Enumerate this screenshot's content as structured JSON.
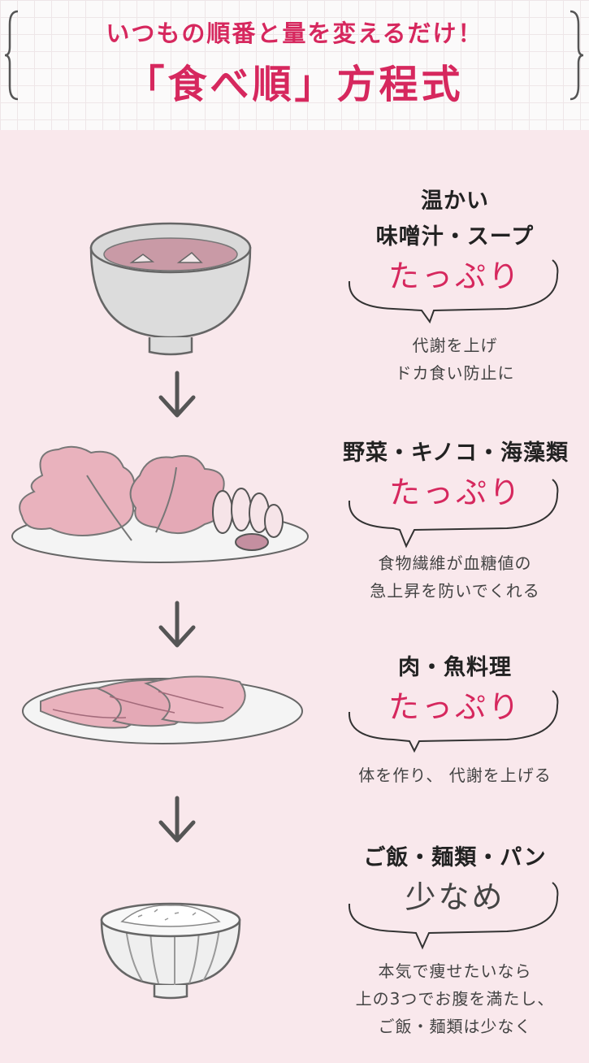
{
  "header": {
    "subtitle": "いつもの順番と量を変えるだけ！",
    "title": "「食べ順」方程式"
  },
  "steps": [
    {
      "illustration": "soup-bowl-illustration",
      "food_line1": "温かい",
      "food_line2": "味噌汁・スープ",
      "amount": "たっぷり",
      "note_line1": "代謝を上げ",
      "note_line2": "ドカ食い防止に"
    },
    {
      "illustration": "vegetable-plate-illustration",
      "food_line1": "野菜・キノコ・海藻類",
      "amount": "たっぷり",
      "note_line1": "食物繊維が血糖値の",
      "note_line2": "急上昇を防いでくれる"
    },
    {
      "illustration": "meat-plate-illustration",
      "food_line1": "肉・魚料理",
      "amount": "たっぷり",
      "note_line1": "体を作り、 代謝を上げる"
    },
    {
      "illustration": "rice-bowl-illustration",
      "food_line1": "ご飯・麺類・パン",
      "amount": "少なめ",
      "note_line1": "本気で痩せたいなら",
      "note_line2": "上の3つでお腹を満たし、",
      "note_line3": "ご飯・麺類は少なく"
    }
  ],
  "colors": {
    "accent": "#d6285e",
    "background": "#f9e8ec",
    "illustration_pink": "#e9b2bd",
    "illustration_gray": "#bdbdbd"
  }
}
